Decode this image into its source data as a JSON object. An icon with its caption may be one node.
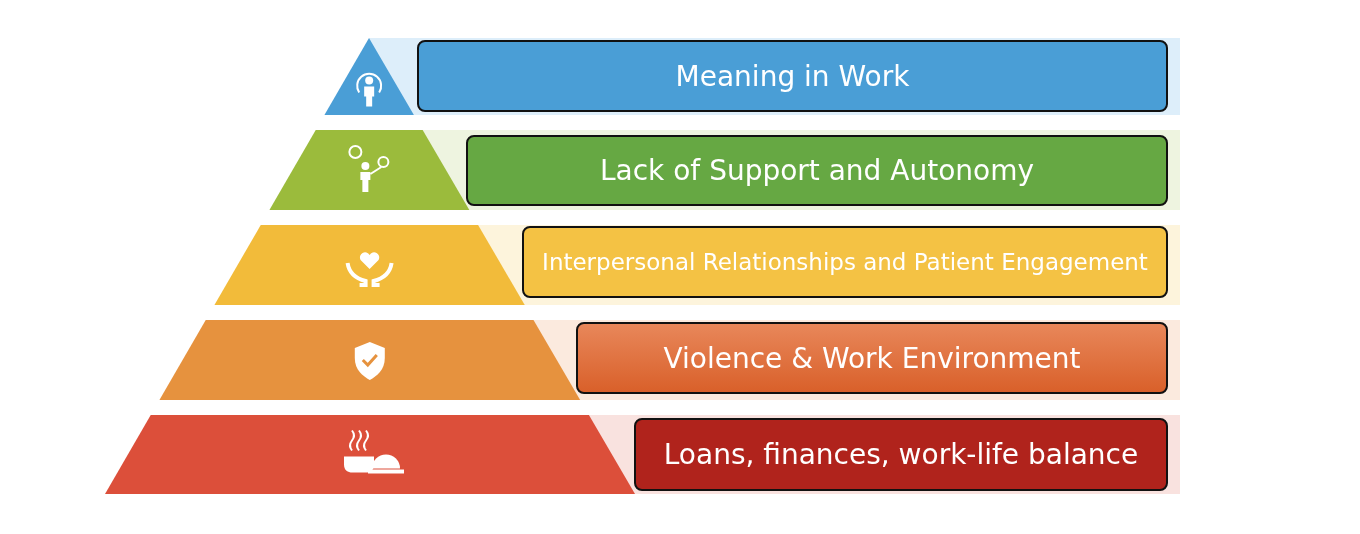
{
  "diagram": {
    "nodes": [
      {
        "text": [
          "Meaning in Work"
        ]
      },
      {
        "text": [
          "Lack of Support and Autonomy"
        ]
      },
      {
        "text": [
          "Interpersonal Relationships and Patient Engagement"
        ]
      },
      {
        "text": [
          "Violence & Work Environment"
        ]
      },
      {
        "text": [
          "Loans, finances, work-life balance"
        ]
      }
    ]
  }
}
